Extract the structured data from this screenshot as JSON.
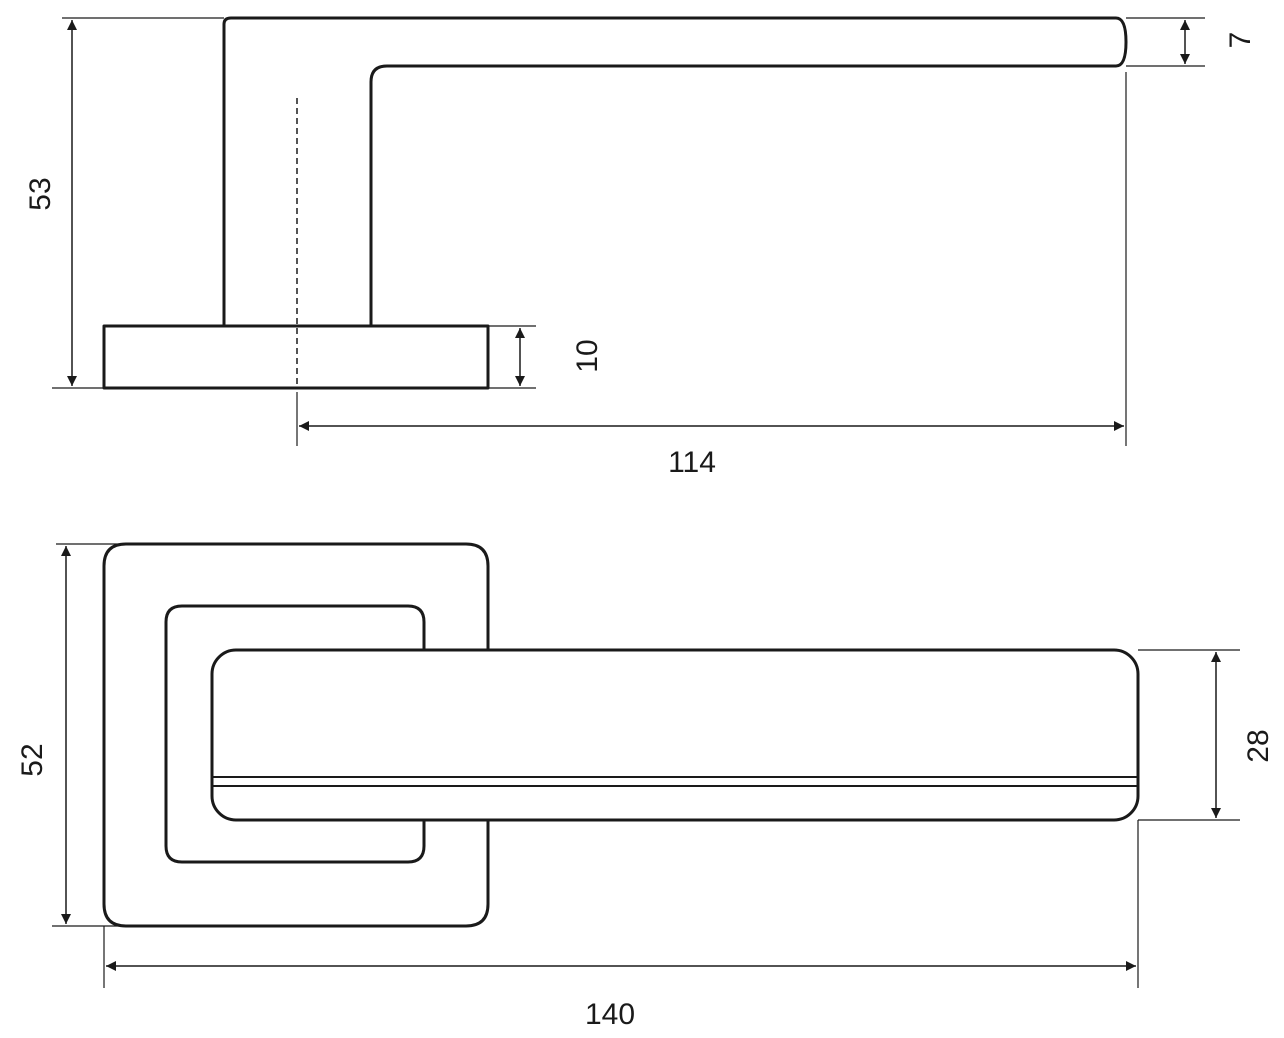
{
  "colors": {
    "line": "#1a1a1a",
    "background": "#ffffff"
  },
  "side_view": {
    "dim_height": "53",
    "dim_top_thickness": "7",
    "dim_rose_thickness": "10",
    "dim_projection": "114"
  },
  "top_view": {
    "dim_rose_size": "52",
    "dim_lever_width": "28",
    "dim_total_length": "140"
  }
}
